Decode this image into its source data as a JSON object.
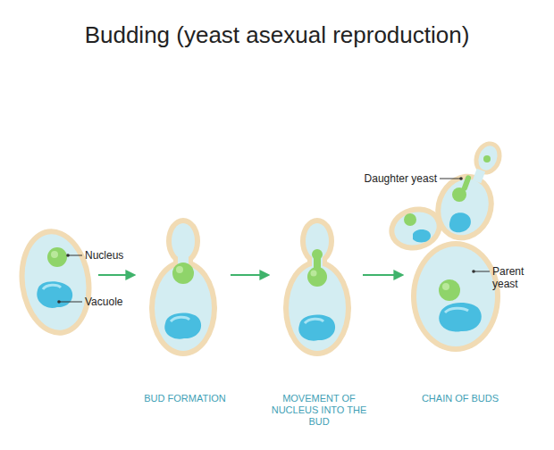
{
  "diagram": {
    "title": "Budding (yeast asexual reproduction)",
    "labels": [
      "Nucleus",
      "Vacuole",
      "BUD FORMATION",
      "MOVEMENT OF NUCLEUS INTO THE BUD",
      "CHAIN OF BUDS",
      "Daughter yeast",
      "Parent yeast"
    ]
  }
}
